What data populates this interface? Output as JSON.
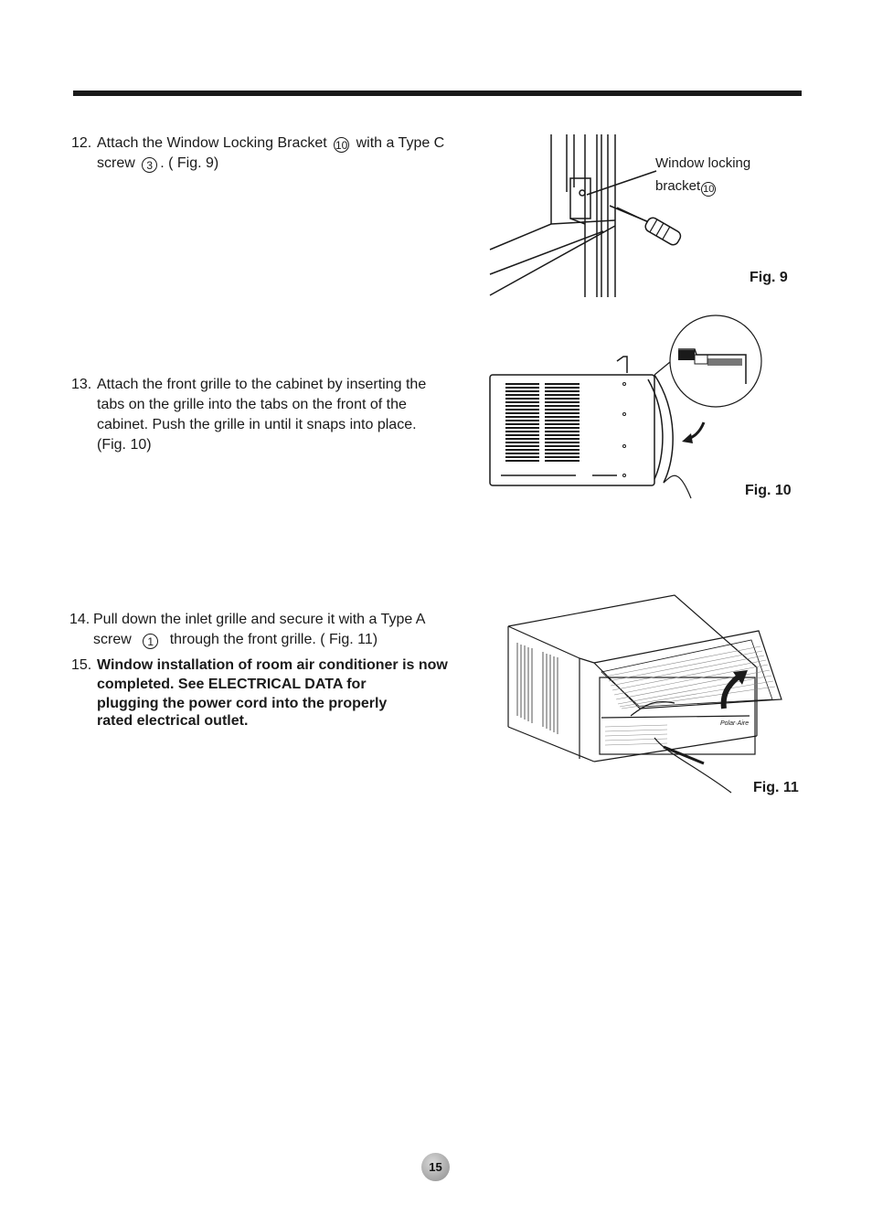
{
  "steps": [
    {
      "num": "12.",
      "line1_a": "Attach the Window Locking Bracket",
      "line1_ref": "10",
      "line1_b": "with a Type C",
      "line2_a": "screw",
      "line2_ref": "3",
      "line2_b": ". ( Fig. 9)"
    },
    {
      "num": "13.",
      "lines": [
        "Attach the front grille to the cabinet by inserting the",
        "tabs on the grille into the tabs on the front of the",
        "cabinet. Push the grille in until it snaps into place.",
        "(Fig. 10)"
      ]
    },
    {
      "num": "14.",
      "line1": "Pull down the inlet grille and secure it with a Type A",
      "line2_a": "screw",
      "line2_ref": "1",
      "line2_b": "through the front grille. ( Fig. 11)"
    },
    {
      "num": "15.",
      "lines": [
        "Window installation of room air conditioner is now",
        "completed. See ELECTRICAL DATA for",
        "plugging the power cord into the properly",
        "rated electrical outlet."
      ]
    }
  ],
  "figures": {
    "fig9": {
      "label": "Fig. 9",
      "callout_line1": "Window locking",
      "callout_line2": "bracket",
      "callout_ref": "10"
    },
    "fig10": {
      "label": "Fig. 10"
    },
    "fig11": {
      "label": "Fig. 11",
      "brand": "Polar·Aire"
    }
  },
  "page_number": "15"
}
